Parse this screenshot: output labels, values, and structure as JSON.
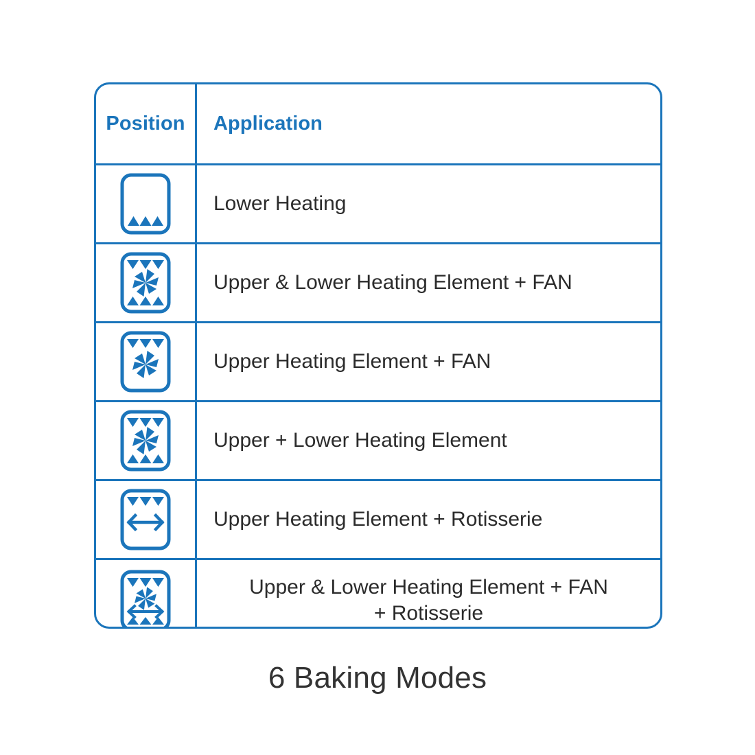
{
  "theme": {
    "accent_blue": "#1b75bb",
    "text_dark": "#2b2b2b",
    "caption_color": "#333333",
    "background": "#ffffff"
  },
  "table": {
    "headers": {
      "position": "Position",
      "application": "Application"
    },
    "rows": [
      {
        "icon": "lower-heating-icon",
        "icon_parts": {
          "top_triangles": false,
          "fan": false,
          "rotisserie": false,
          "bottom_triangles": true
        },
        "application": "Lower Heating",
        "application_line2": ""
      },
      {
        "icon": "upper-lower-heating-fan-icon",
        "icon_parts": {
          "top_triangles": true,
          "fan": true,
          "rotisserie": false,
          "bottom_triangles": true
        },
        "application": "Upper & Lower Heating Element + FAN",
        "application_line2": ""
      },
      {
        "icon": "upper-heating-fan-icon",
        "icon_parts": {
          "top_triangles": true,
          "fan": true,
          "rotisserie": false,
          "bottom_triangles": false
        },
        "application": "Upper Heating Element + FAN",
        "application_line2": ""
      },
      {
        "icon": "upper-lower-heating-icon",
        "icon_parts": {
          "top_triangles": true,
          "fan": true,
          "rotisserie": false,
          "bottom_triangles": true
        },
        "application": "Upper + Lower Heating Element",
        "application_line2": ""
      },
      {
        "icon": "upper-heating-rotisserie-icon",
        "icon_parts": {
          "top_triangles": true,
          "fan": false,
          "rotisserie": true,
          "bottom_triangles": false
        },
        "application": "Upper Heating Element + Rotisserie",
        "application_line2": ""
      },
      {
        "icon": "upper-lower-heating-fan-rotisserie-icon",
        "icon_parts": {
          "top_triangles": true,
          "fan": true,
          "rotisserie": true,
          "bottom_triangles": true
        },
        "application": "Upper & Lower Heating Element + FAN",
        "application_line2": "+ Rotisserie"
      }
    ]
  },
  "caption": "6 Baking Modes"
}
